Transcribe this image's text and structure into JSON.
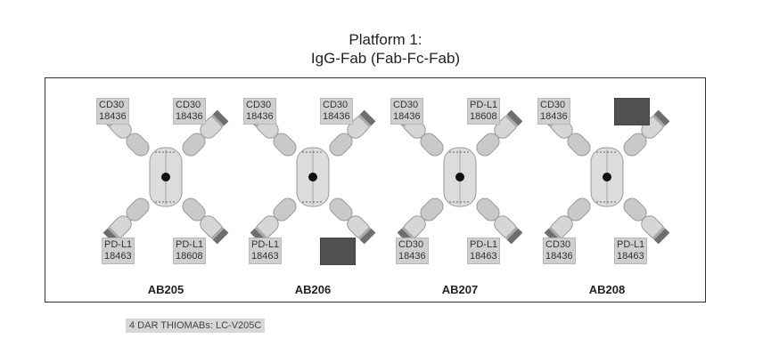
{
  "title_line1": "Platform 1:",
  "title_line2": "IgG-Fab (Fab-Fc-Fab)",
  "footer": "4 DAR THIOMABs: LC-V205C",
  "antibodies": [
    {
      "name": "AB205",
      "tl": {
        "a": "CD30",
        "b": "18436"
      },
      "tr": {
        "a": "CD30",
        "b": "18436"
      },
      "bl": {
        "a": "PD-L1",
        "b": "18463"
      },
      "br": {
        "a": "PD-L1",
        "b": "18608"
      }
    },
    {
      "name": "AB206",
      "tl": {
        "a": "CD30",
        "b": "18436"
      },
      "tr": {
        "a": "CD30",
        "b": "18436"
      },
      "bl": {
        "a": "PD-L1",
        "b": "18463"
      }
    },
    {
      "name": "AB207",
      "tl": {
        "a": "CD30",
        "b": "18436"
      },
      "tr": {
        "a": "PD-L1",
        "b": "18608"
      },
      "bl": {
        "a": "CD30",
        "b": "18436"
      },
      "br": {
        "a": "PD-L1",
        "b": "18463"
      }
    },
    {
      "name": "AB208",
      "tl": {
        "a": "CD30",
        "b": "18436"
      },
      "bl": {
        "a": "CD30",
        "b": "18436"
      },
      "br": {
        "a": "PD-L1",
        "b": "18463"
      }
    }
  ]
}
